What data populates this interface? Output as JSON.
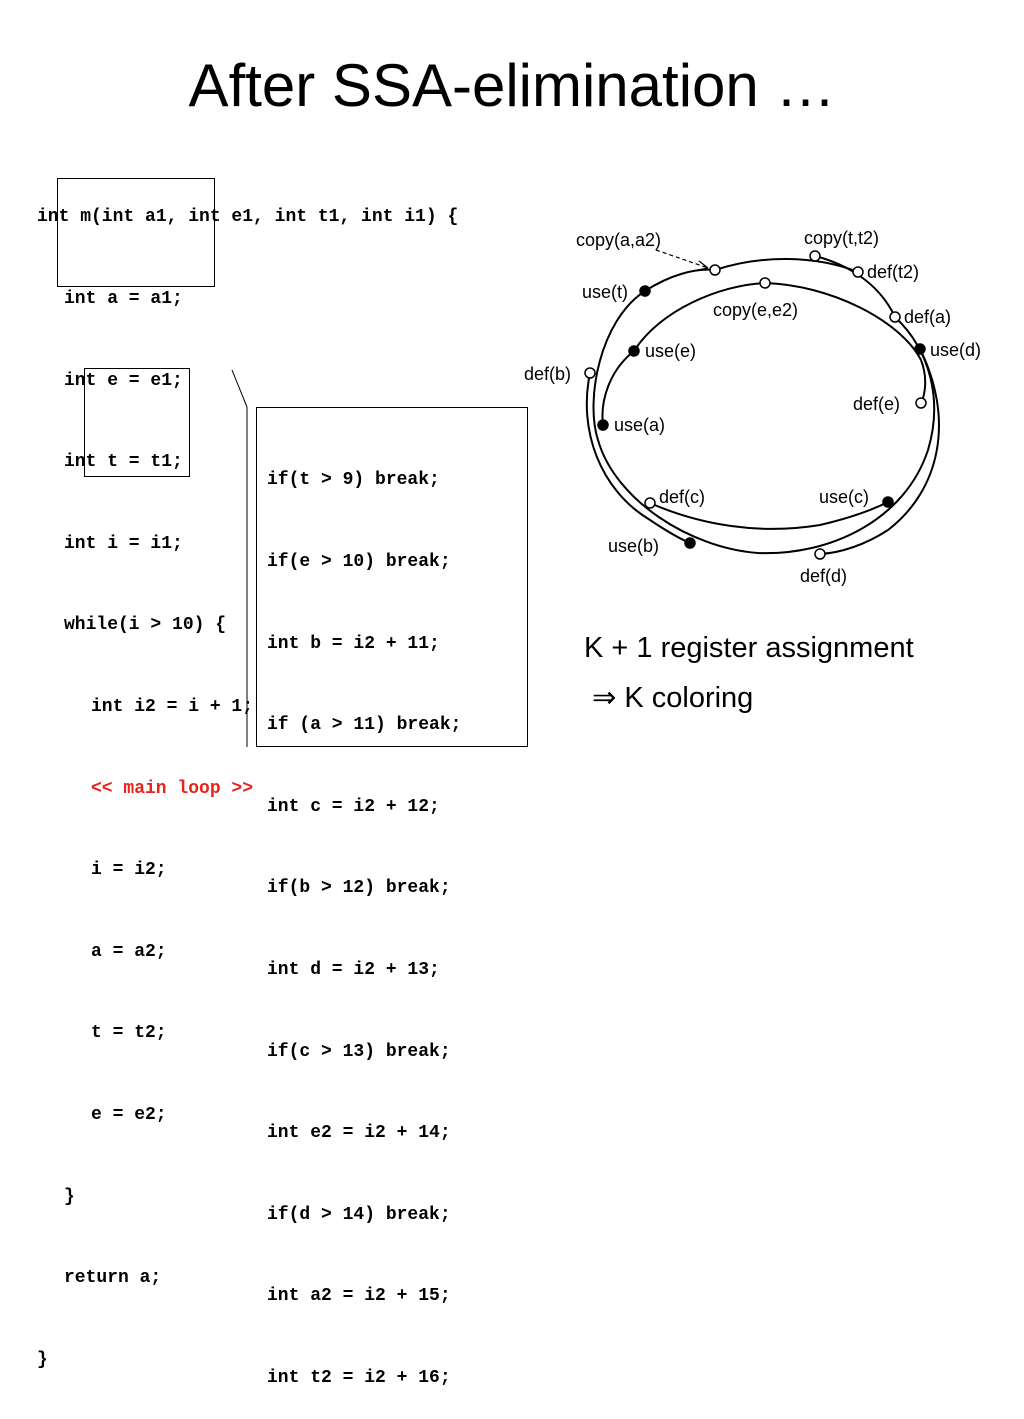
{
  "title": "After SSA-elimination …",
  "left_code": {
    "signature": "int m(int a1, int e1, int t1, int i1) {",
    "init_a": "int a = a1;",
    "init_e": "int e = e1;",
    "init_t": "int t = t1;",
    "init_i": "int i = i1;",
    "while_line": "while(i > 10) {",
    "i2_line": "int i2 = i + 1;",
    "main_loop": "<< main loop >>",
    "copy_i": "i = i2;",
    "copy_a": "a = a2;",
    "copy_t": "t = t2;",
    "copy_e": "e = e2;",
    "close_while": "}",
    "return_line": "return a;",
    "close_method": "}"
  },
  "loop_code": [
    "if(t > 9) break;",
    "if(e > 10) break;",
    "int b = i2 + 11;",
    "if (a > 11) break;",
    "int c = i2 + 12;",
    "if(b > 12) break;",
    "int d = i2 + 13;",
    "if(c > 13) break;",
    "int e2 = i2 + 14;",
    "if(d > 14) break;",
    "int a2 = i2 + 15;",
    "int t2 = i2 + 16;"
  ],
  "diagram_labels": {
    "copy_a_a2": "copy(a,a2)",
    "copy_t_t2": "copy(t,t2)",
    "def_t2": "def(t2)",
    "use_t": "use(t)",
    "copy_e_e2": "copy(e,e2)",
    "def_a": "def(a)",
    "use_e": "use(e)",
    "use_d": "use(d)",
    "def_b": "def(b)",
    "def_e": "def(e)",
    "use_a": "use(a)",
    "def_c": "def(c)",
    "use_c": "use(c)",
    "use_b": "use(b)",
    "def_d": "def(d)"
  },
  "captions": {
    "line1": "K + 1 register assignment",
    "line2": "⇒ K coloring"
  },
  "colors": {
    "highlight": "#e8231c",
    "text": "#000000",
    "background": "#ffffff"
  }
}
